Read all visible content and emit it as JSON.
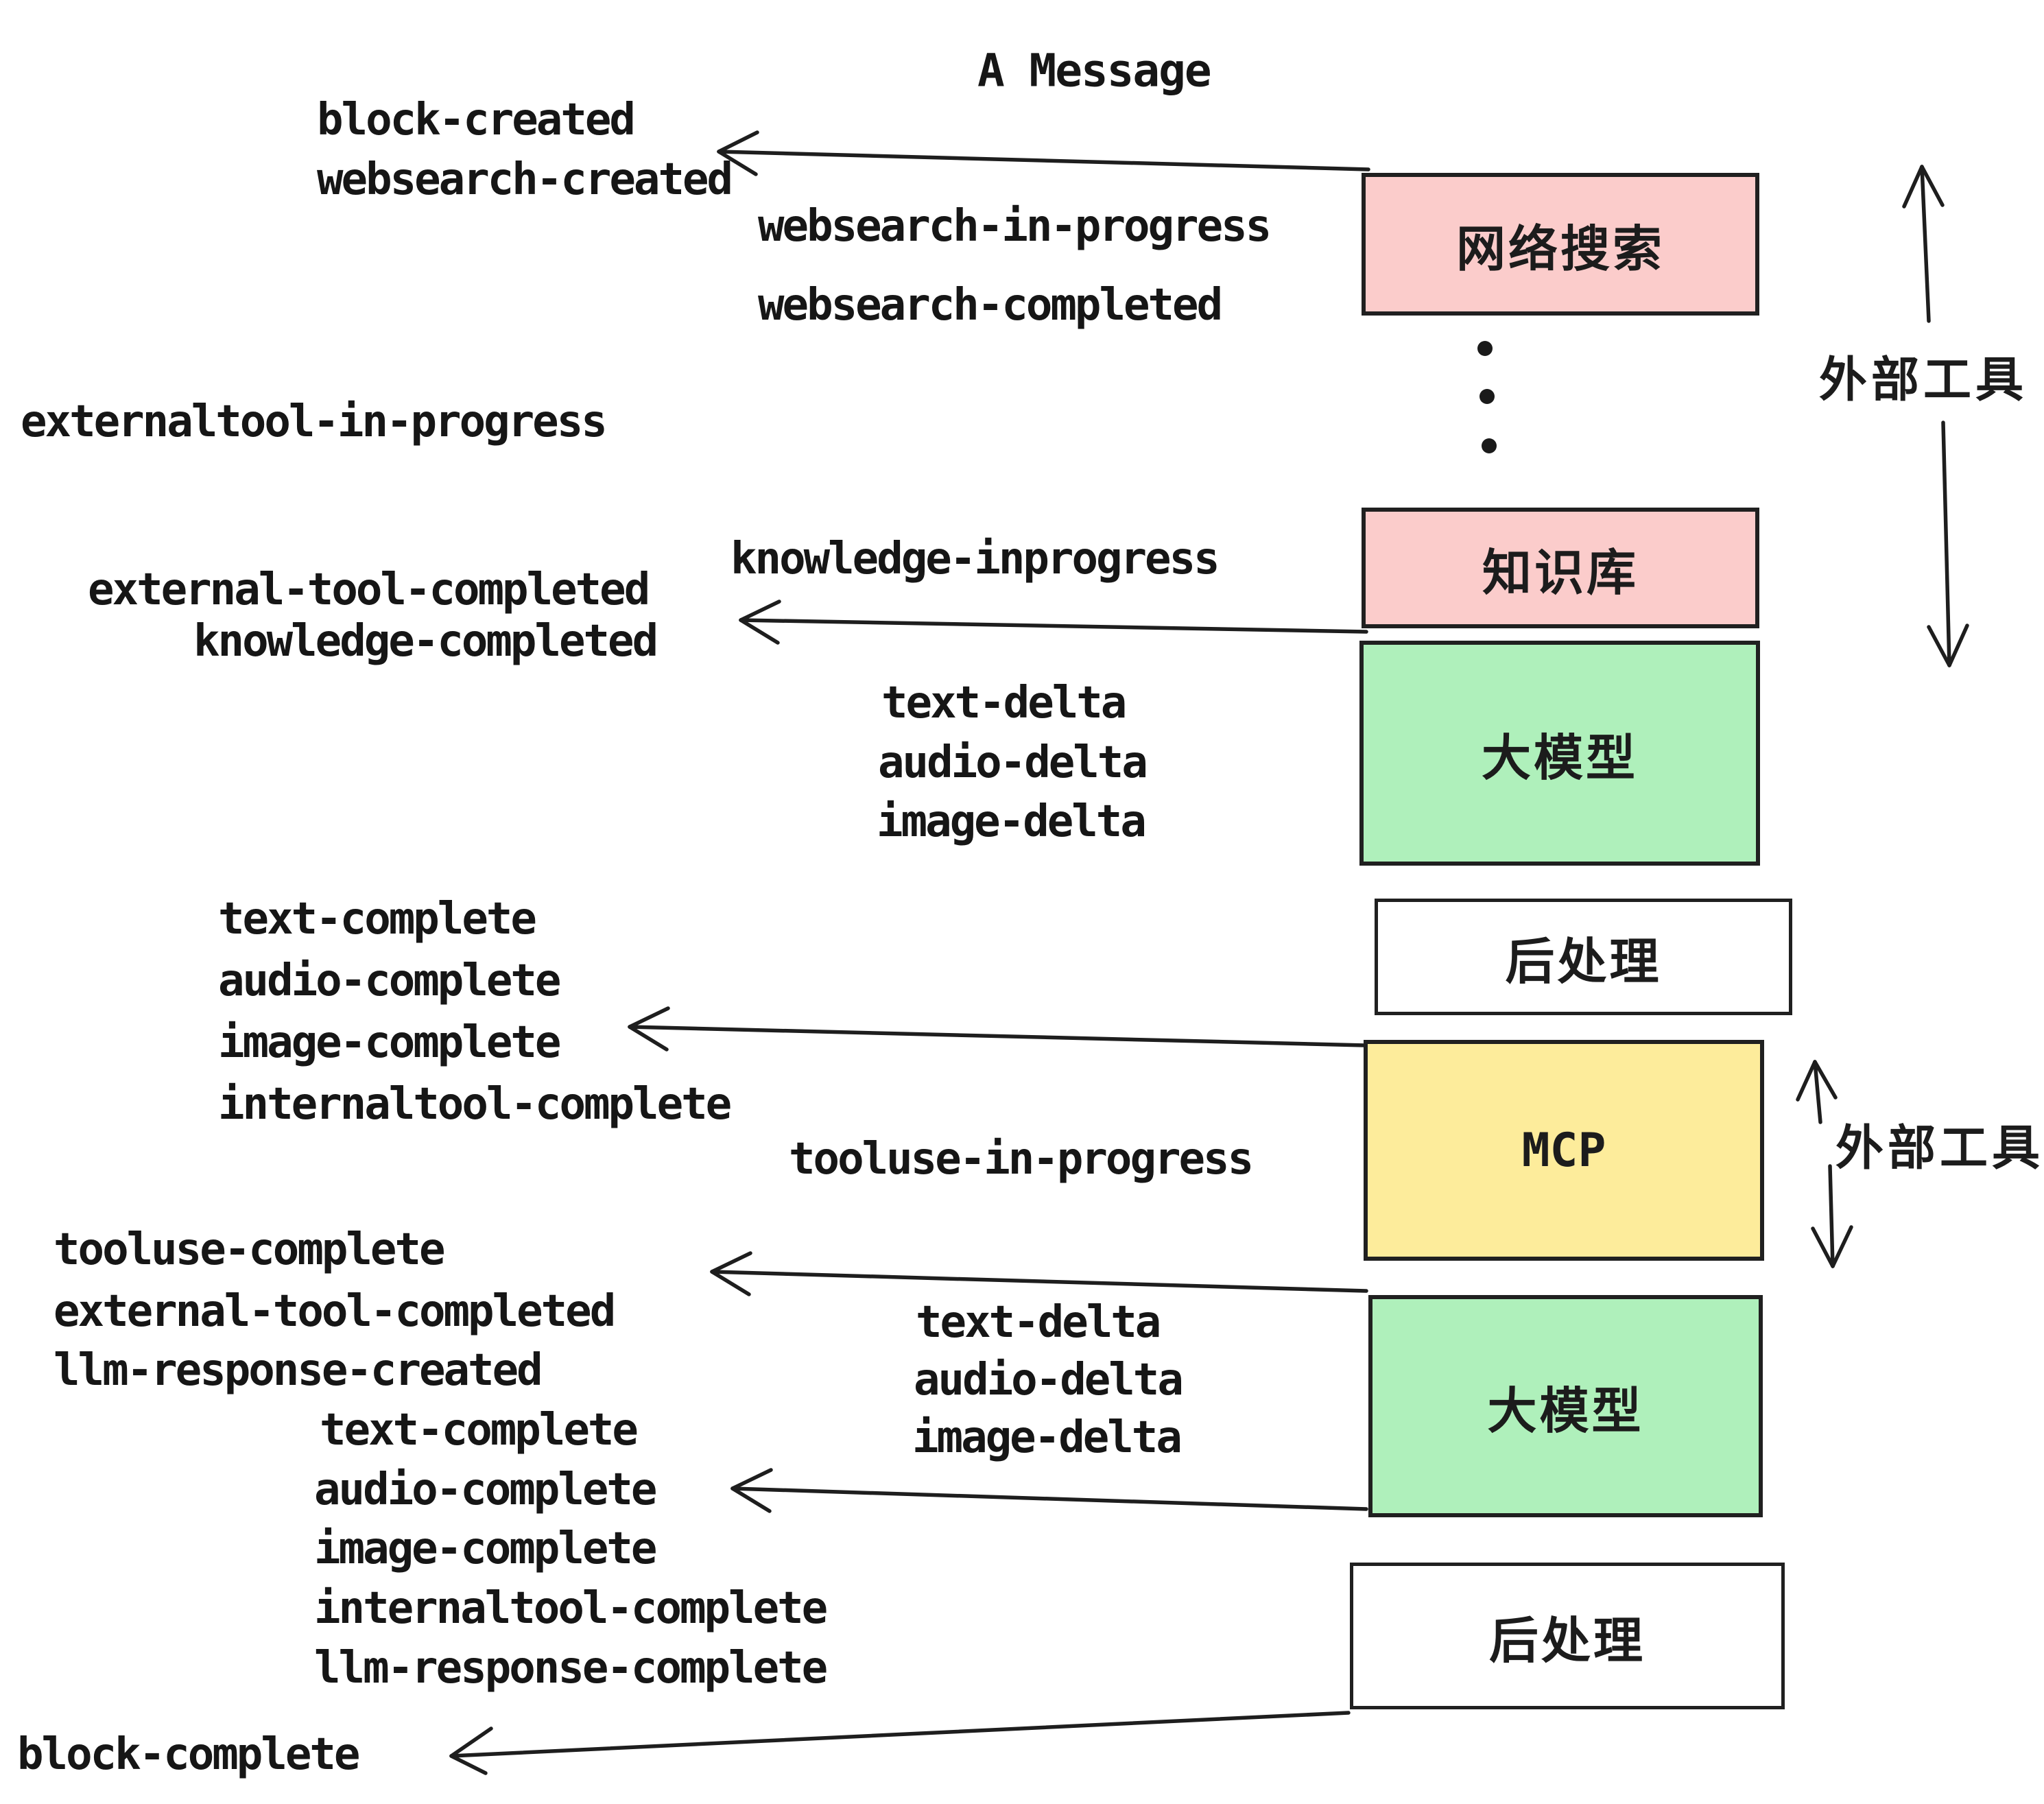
{
  "title": "A Message",
  "colors": {
    "pink": "#fbcccb",
    "green": "#aff0bb",
    "yellow": "#fdec9b",
    "white": "#ffffff",
    "ink": "#1e1e1e"
  },
  "boxes": [
    {
      "label": "网络搜索"
    },
    {
      "label": "知识库"
    },
    {
      "label": "大模型"
    },
    {
      "label": "后处理"
    },
    {
      "label": "MCP"
    },
    {
      "label": "大模型"
    },
    {
      "label": "后处理"
    }
  ],
  "side_labels": [
    "外部工具",
    "外部工具"
  ],
  "events": [
    "block-created",
    "websearch-created",
    "websearch-in-progress",
    "websearch-completed",
    "externaltool-in-progress",
    "knowledge-inprogress",
    "external-tool-completed",
    "knowledge-completed",
    "text-delta",
    "audio-delta",
    "image-delta",
    "text-complete",
    "audio-complete",
    "image-complete",
    "internaltool-complete",
    "tooluse-in-progress",
    "tooluse-complete",
    "external-tool-completed",
    "llm-response-created",
    "text-delta",
    "audio-delta",
    "image-delta",
    "text-complete",
    "audio-complete",
    "image-complete",
    "internaltool-complete",
    "llm-response-complete",
    "block-complete"
  ]
}
